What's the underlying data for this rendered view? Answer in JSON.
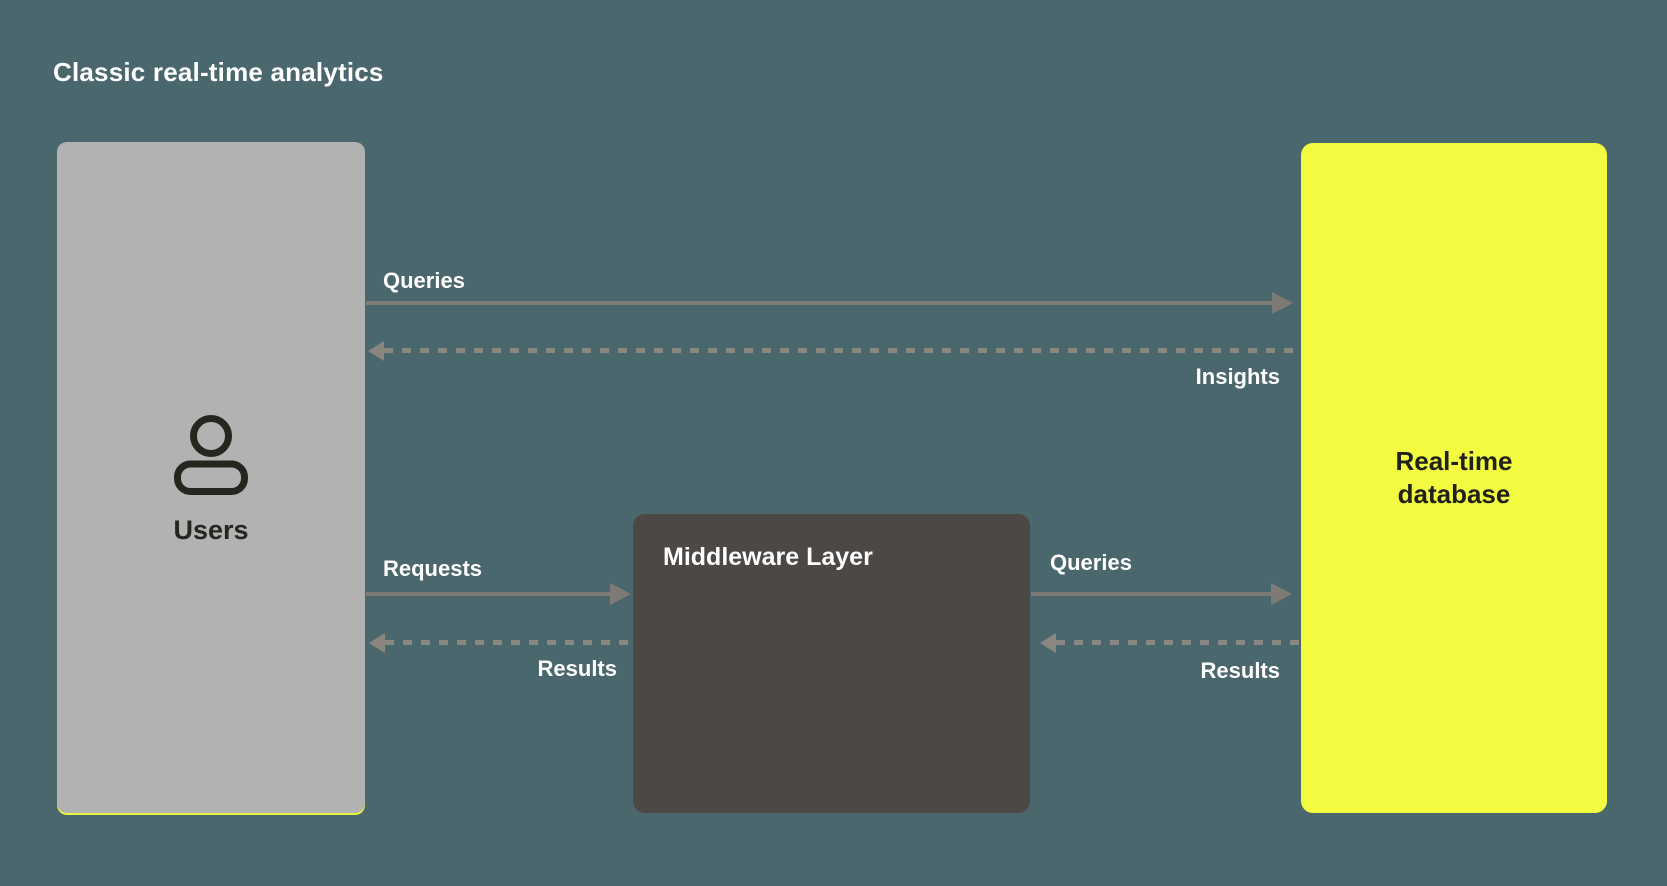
{
  "title": "Classic real-time analytics",
  "colors": {
    "background": "#4b676e",
    "users_box": "#b2b2b2",
    "users_accent_underline": "#e9f63e",
    "middleware_box": "#4b4845",
    "database_box": "#f3fb41",
    "solid_arrow": "#7e7a75",
    "dashed_arrow": "#8a8680",
    "light_text": "#ffffff",
    "dark_text": "#262621"
  },
  "nodes": {
    "users": {
      "label": "Users",
      "icon": "person-icon"
    },
    "middleware": {
      "label": "Middleware Layer"
    },
    "database": {
      "label": "Real-time database"
    }
  },
  "edges": [
    {
      "from": "users",
      "to": "database",
      "label": "Queries",
      "style": "solid",
      "direction": "right"
    },
    {
      "from": "database",
      "to": "users",
      "label": "Insights",
      "style": "dashed",
      "direction": "left"
    },
    {
      "from": "users",
      "to": "middleware",
      "label": "Requests",
      "style": "solid",
      "direction": "right"
    },
    {
      "from": "middleware",
      "to": "users",
      "label": "Results",
      "style": "dashed",
      "direction": "left"
    },
    {
      "from": "middleware",
      "to": "database",
      "label": "Queries",
      "style": "solid",
      "direction": "right"
    },
    {
      "from": "database",
      "to": "middleware",
      "label": "Results",
      "style": "dashed",
      "direction": "left"
    }
  ]
}
